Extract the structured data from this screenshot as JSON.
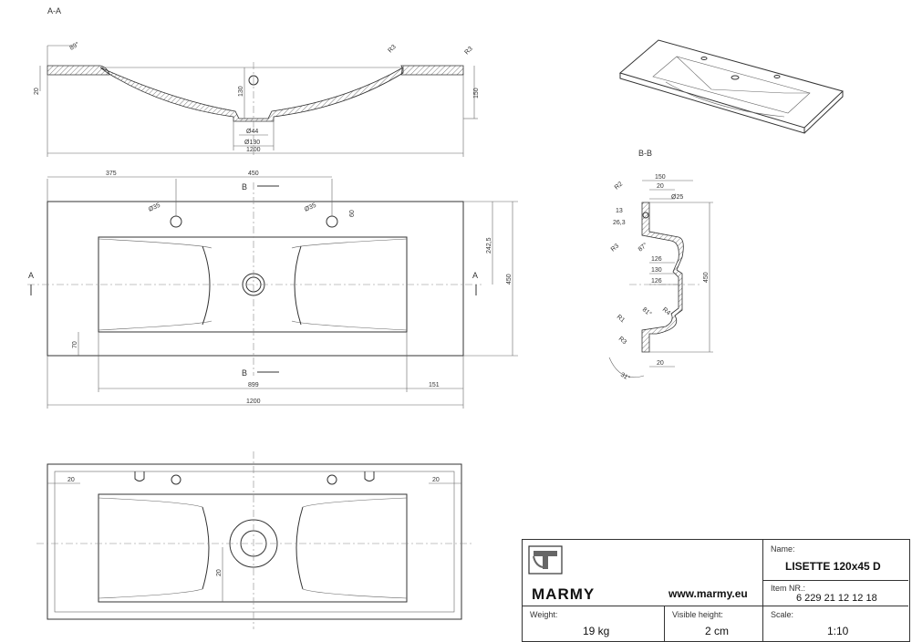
{
  "sections": {
    "aa": "A-A",
    "bb": "B-B",
    "marker_a": "A",
    "marker_b": "B"
  },
  "section_aa_dims": {
    "angle": "89°",
    "r_left": "R3",
    "r_right": "R3",
    "thickness": "20",
    "depth_inner": "130",
    "depth_total": "150",
    "d_outlet": "Ø44",
    "d_bowl": "Ø130",
    "width": "1200"
  },
  "plan_dims": {
    "left_offset": "375",
    "hole_spacing": "450",
    "hole_left": "Ø35",
    "hole_right": "Ø35",
    "hole_edge": "60",
    "to_center": "242,5",
    "depth": "450",
    "front": "70",
    "basin_width": "899",
    "right_offset": "151",
    "total_width": "1200"
  },
  "section_bb_dims": {
    "top_width": "150",
    "wall": "20",
    "hole": "Ø25",
    "r2": "R2",
    "d13": "13",
    "d26": "26,3",
    "r3": "R3",
    "a87": "87°",
    "d126a": "126",
    "d130": "130",
    "d126b": "126",
    "depth": "450",
    "r1": "R1",
    "a81": "81°",
    "r4": "R4",
    "r3b": "R3",
    "d20": "20",
    "a31": "31°"
  },
  "bottom_dims": {
    "left": "20",
    "right": "20",
    "front": "20"
  },
  "title_block": {
    "brand": "MARMY",
    "website": "www.marmy.eu",
    "name_label": "Name:",
    "name_value": "LISETTE 120x45 D",
    "item_label": "Item NR.:",
    "item_value": "6 229 21 12 12 18",
    "weight_label": "Weight:",
    "weight_value": "19 kg",
    "height_label": "Visible height:",
    "height_value": "2 cm",
    "scale_label": "Scale:",
    "scale_value": "1:10"
  }
}
